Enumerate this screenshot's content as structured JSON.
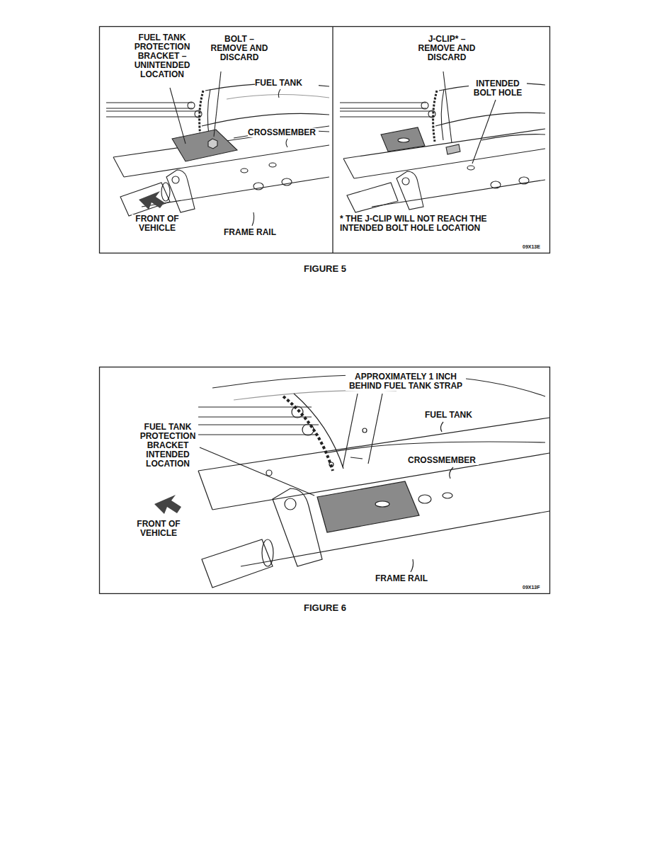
{
  "diagram": {
    "labels": [
      "FUEL TANK PROTECTION BRACKET – UNINTENDED LOCATION",
      "BOLT – REMOVE AND DISCARD",
      "FUEL TANK",
      "CROSSMEMBER",
      "FRONT OF VEHICLE",
      "FRAME RAIL",
      "J-CLIP* – REMOVE AND DISCARD",
      "INTENDED BOLT HOLE",
      "* THE J-CLIP WILL NOT REACH THE INTENDED BOLT HOLE LOCATION",
      "09X13E",
      "FIGURE 5",
      "APPROXIMATELY 1 INCH BEHIND FUEL TANK STRAP",
      "FUEL TANK PROTECTION BRACKET INTENDED LOCATION",
      "FUEL TANK",
      "CROSSMEMBER",
      "FRONT OF VEHICLE",
      "FRAME RAIL",
      "09X13F",
      "FIGURE 6"
    ]
  }
}
